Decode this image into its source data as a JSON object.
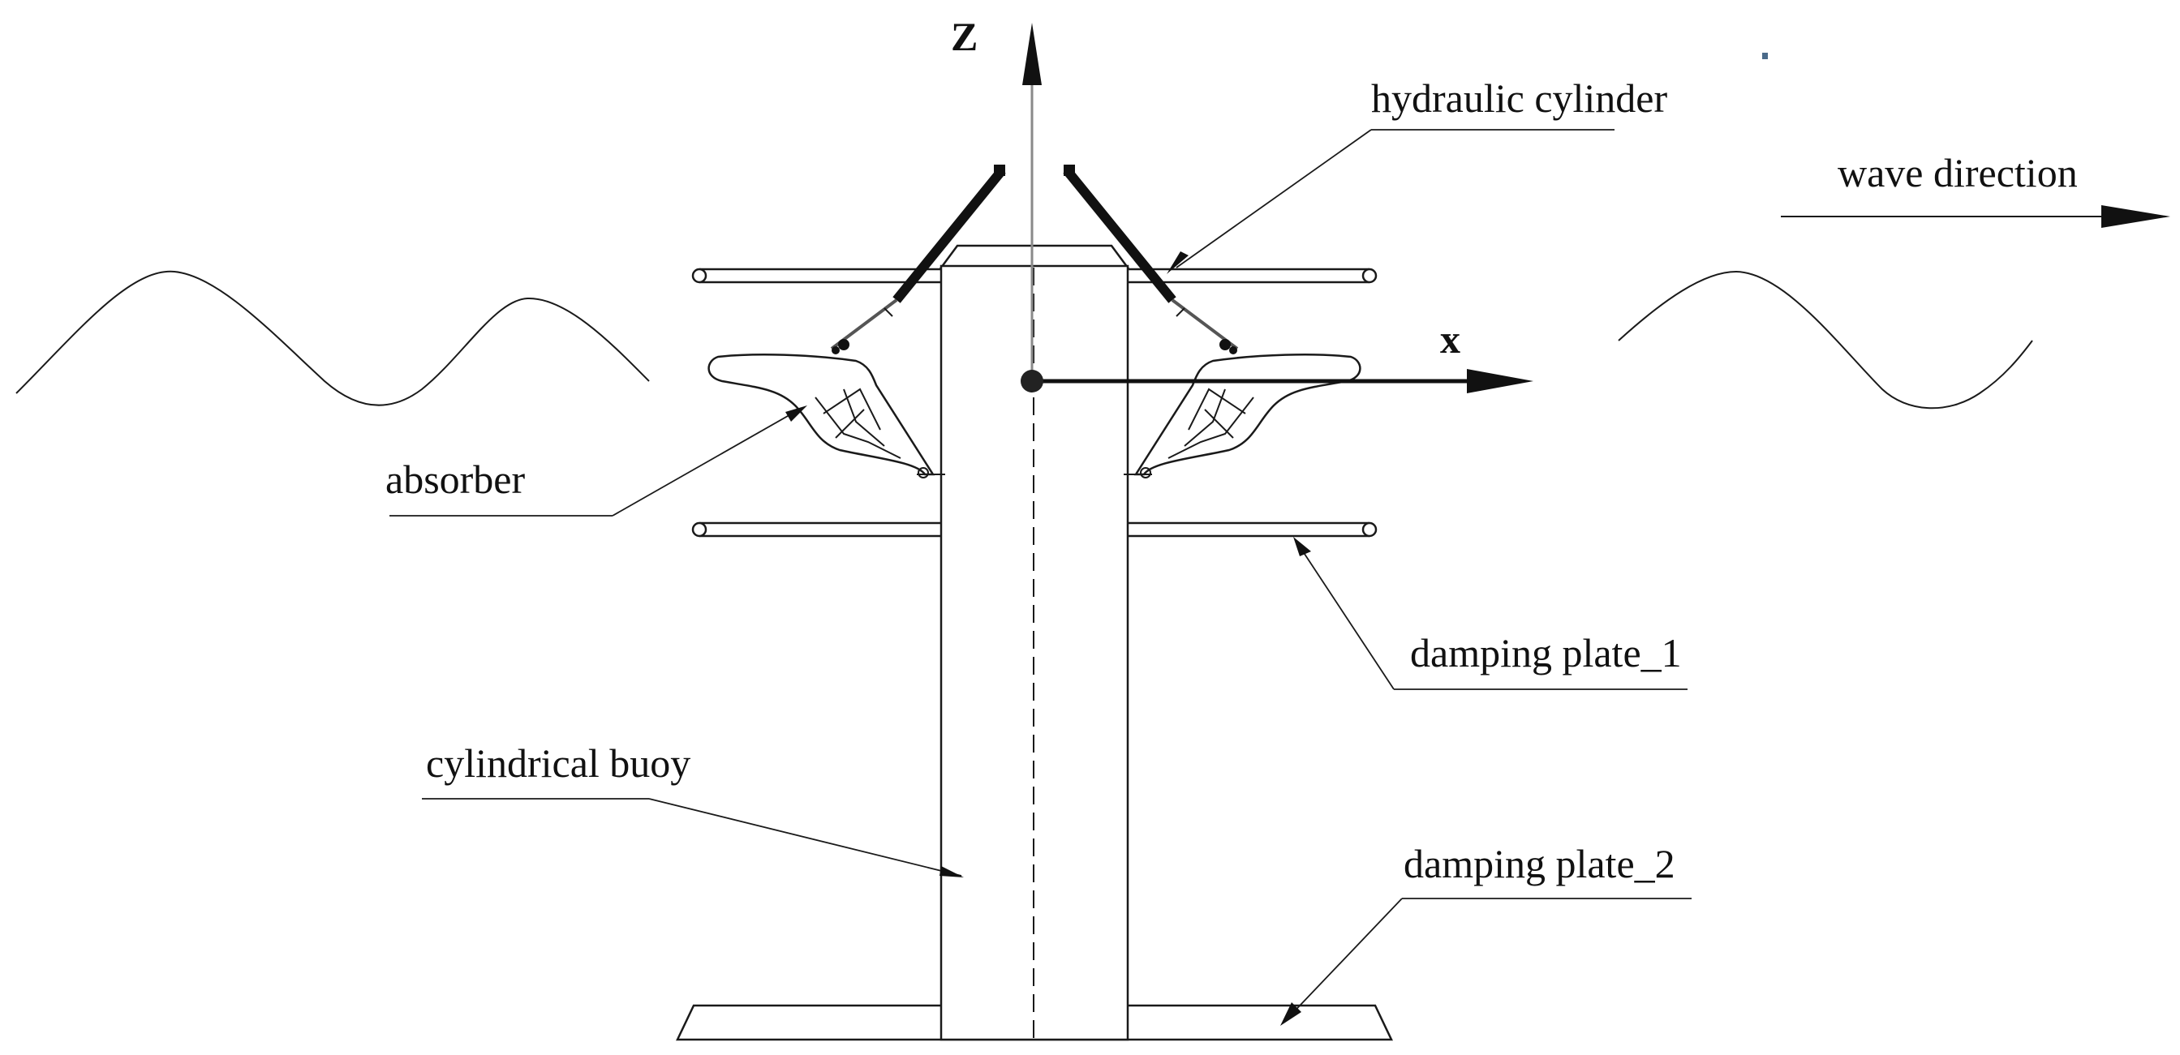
{
  "axes": {
    "z_label": "Z",
    "x_label": "x"
  },
  "labels": {
    "hydraulic_cylinder": "hydraulic cylinder",
    "wave_direction": "wave direction",
    "absorber": "absorber",
    "damping_plate_1": "damping plate_1",
    "cylindrical_buoy": "cylindrical buoy",
    "damping_plate_2": "damping plate_2"
  }
}
